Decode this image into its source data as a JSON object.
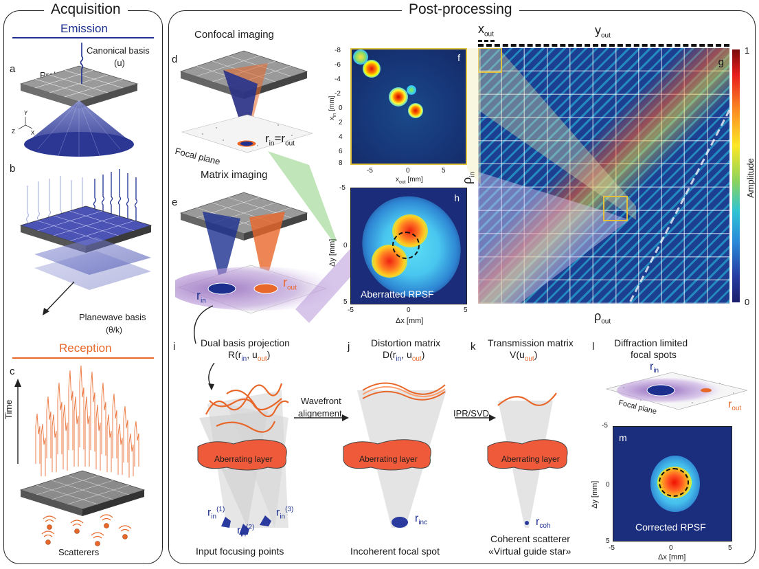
{
  "acquisition": {
    "title": "Acquisition",
    "emission": "Emission",
    "reception": "Reception",
    "a_letter": "a",
    "b_letter": "b",
    "c_letter": "c",
    "probe": "Probe",
    "canonical_basis": "Canonical basis",
    "canonical_sym": "(u)",
    "planewave_basis": "Planewave basis",
    "planewave_sym": "(θ/k)",
    "axis_y": "Y",
    "axis_x": "X",
    "axis_z": "Z",
    "time": "Time",
    "scatterers": "Scatterers"
  },
  "post": {
    "title": "Post-processing",
    "d_letter": "d",
    "e_letter": "e",
    "confocal": "Confocal imaging",
    "rin_eq": "r",
    "rin_sub": "in",
    "eq_sign": "=r",
    "rout_sub": "out",
    "focal_plane": "Focal plane",
    "matrix_imaging": "Matrix imaging",
    "r": "r",
    "in": "in",
    "out": "out"
  },
  "panel_f": {
    "letter": "f",
    "y_ticks": [
      "-8",
      "-6",
      "-4",
      "-2",
      "0",
      "2",
      "4",
      "6",
      "8"
    ],
    "x_ticks": [
      "-5",
      "0",
      "5"
    ],
    "ylabel": "x",
    "ylabel_sub": "in",
    "ylabel_unit": "[mm]",
    "xlabel": "x",
    "xlabel_sub": "out",
    "xlabel_unit": "[mm]"
  },
  "panel_h": {
    "letter": "h",
    "y_ticks": [
      "-5",
      "0",
      "5"
    ],
    "x_ticks": [
      "-5",
      "0",
      "5"
    ],
    "ylabel": "Δy [mm]",
    "xlabel": "Δx [mm]",
    "caption": "Aberratted RPSF"
  },
  "panel_g": {
    "letter": "g",
    "xout": "x",
    "xout_sub": "out",
    "yout": "y",
    "yout_sub": "out",
    "rho_in": "ρ",
    "rho_in_sub": "in",
    "rho_out": "ρ",
    "rho_out_sub": "out",
    "colorbar_label": "Amplitude",
    "colorbar_max": "1",
    "colorbar_min": "0"
  },
  "bottom": {
    "i_letter": "i",
    "j_letter": "j",
    "k_letter": "k",
    "l_letter": "l",
    "dual_basis": "Dual basis projection",
    "R_expr": "R(r",
    "D_expr": "D(r",
    "V_expr": "V(u",
    "comma_u": ", u",
    "close": ")",
    "distortion": "Distortion matrix",
    "transmission": "Transmission matrix",
    "diffraction1": "Diffraction limited",
    "diffraction2": "focal spots",
    "wavefront1": "Wavefront",
    "wavefront2": "alignement",
    "ipr_svd": "IPR/SVD",
    "aberrating1": "Aberrating layer",
    "aberrating2": "Aberrating layer",
    "aberrating3": "Aberrating layer",
    "rin1": "(1)",
    "rin2": "(2)",
    "rin3": "(3)",
    "rinc": "inc",
    "rcoh": "coh",
    "input_points": "Input focusing points",
    "incoherent": "Incoherent focal spot",
    "coherent": "Coherent scatterer",
    "guide_star": "«Virtual guide star»",
    "focal_plane": "Focal plane"
  },
  "panel_m": {
    "letter": "m",
    "y_ticks": [
      "-5",
      "0",
      "5"
    ],
    "x_ticks": [
      "-5",
      "0",
      "5"
    ],
    "ylabel": "Δy [mm]",
    "xlabel": "Δx [mm]",
    "caption": "Corrected RPSF"
  },
  "colors": {
    "blue": "#1c2f8f",
    "orange": "#e8672a",
    "aberrating": "#ef5b3a",
    "purple": "#9a6ec0"
  }
}
